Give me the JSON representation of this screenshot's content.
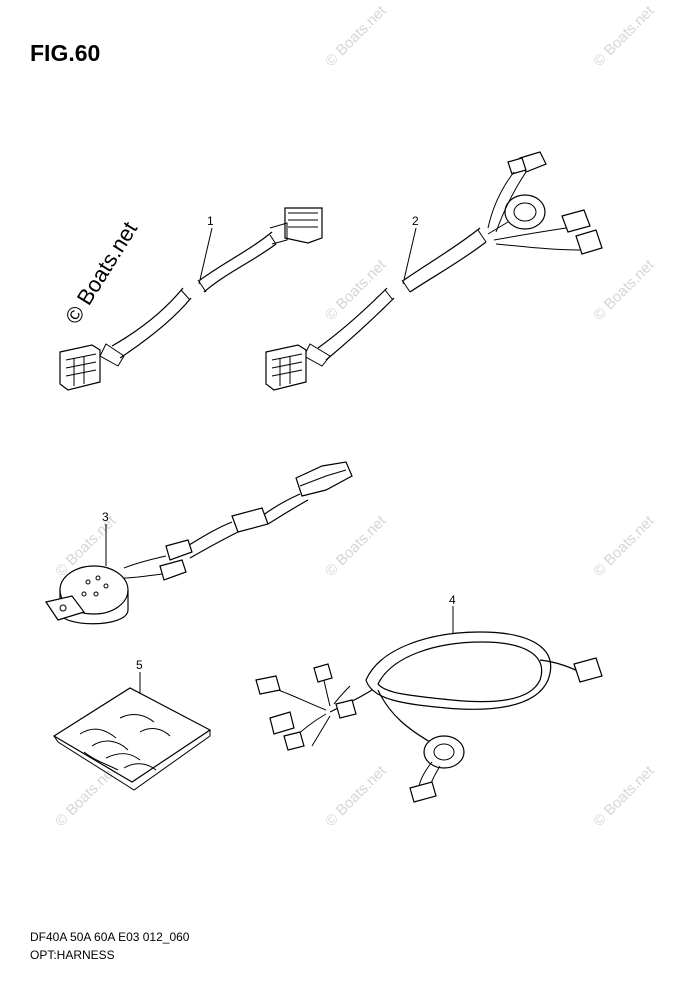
{
  "figure": {
    "title": "FIG.60",
    "footer_code": "DF40A 50A 60A E03 012_060",
    "footer_name": "OPT:HARNESS"
  },
  "watermark": {
    "main": "© Boats.net",
    "tile": "© Boats.net"
  },
  "callouts": {
    "c1": "1",
    "c2": "2",
    "c3": "3",
    "c4": "4",
    "c5": "5"
  }
}
